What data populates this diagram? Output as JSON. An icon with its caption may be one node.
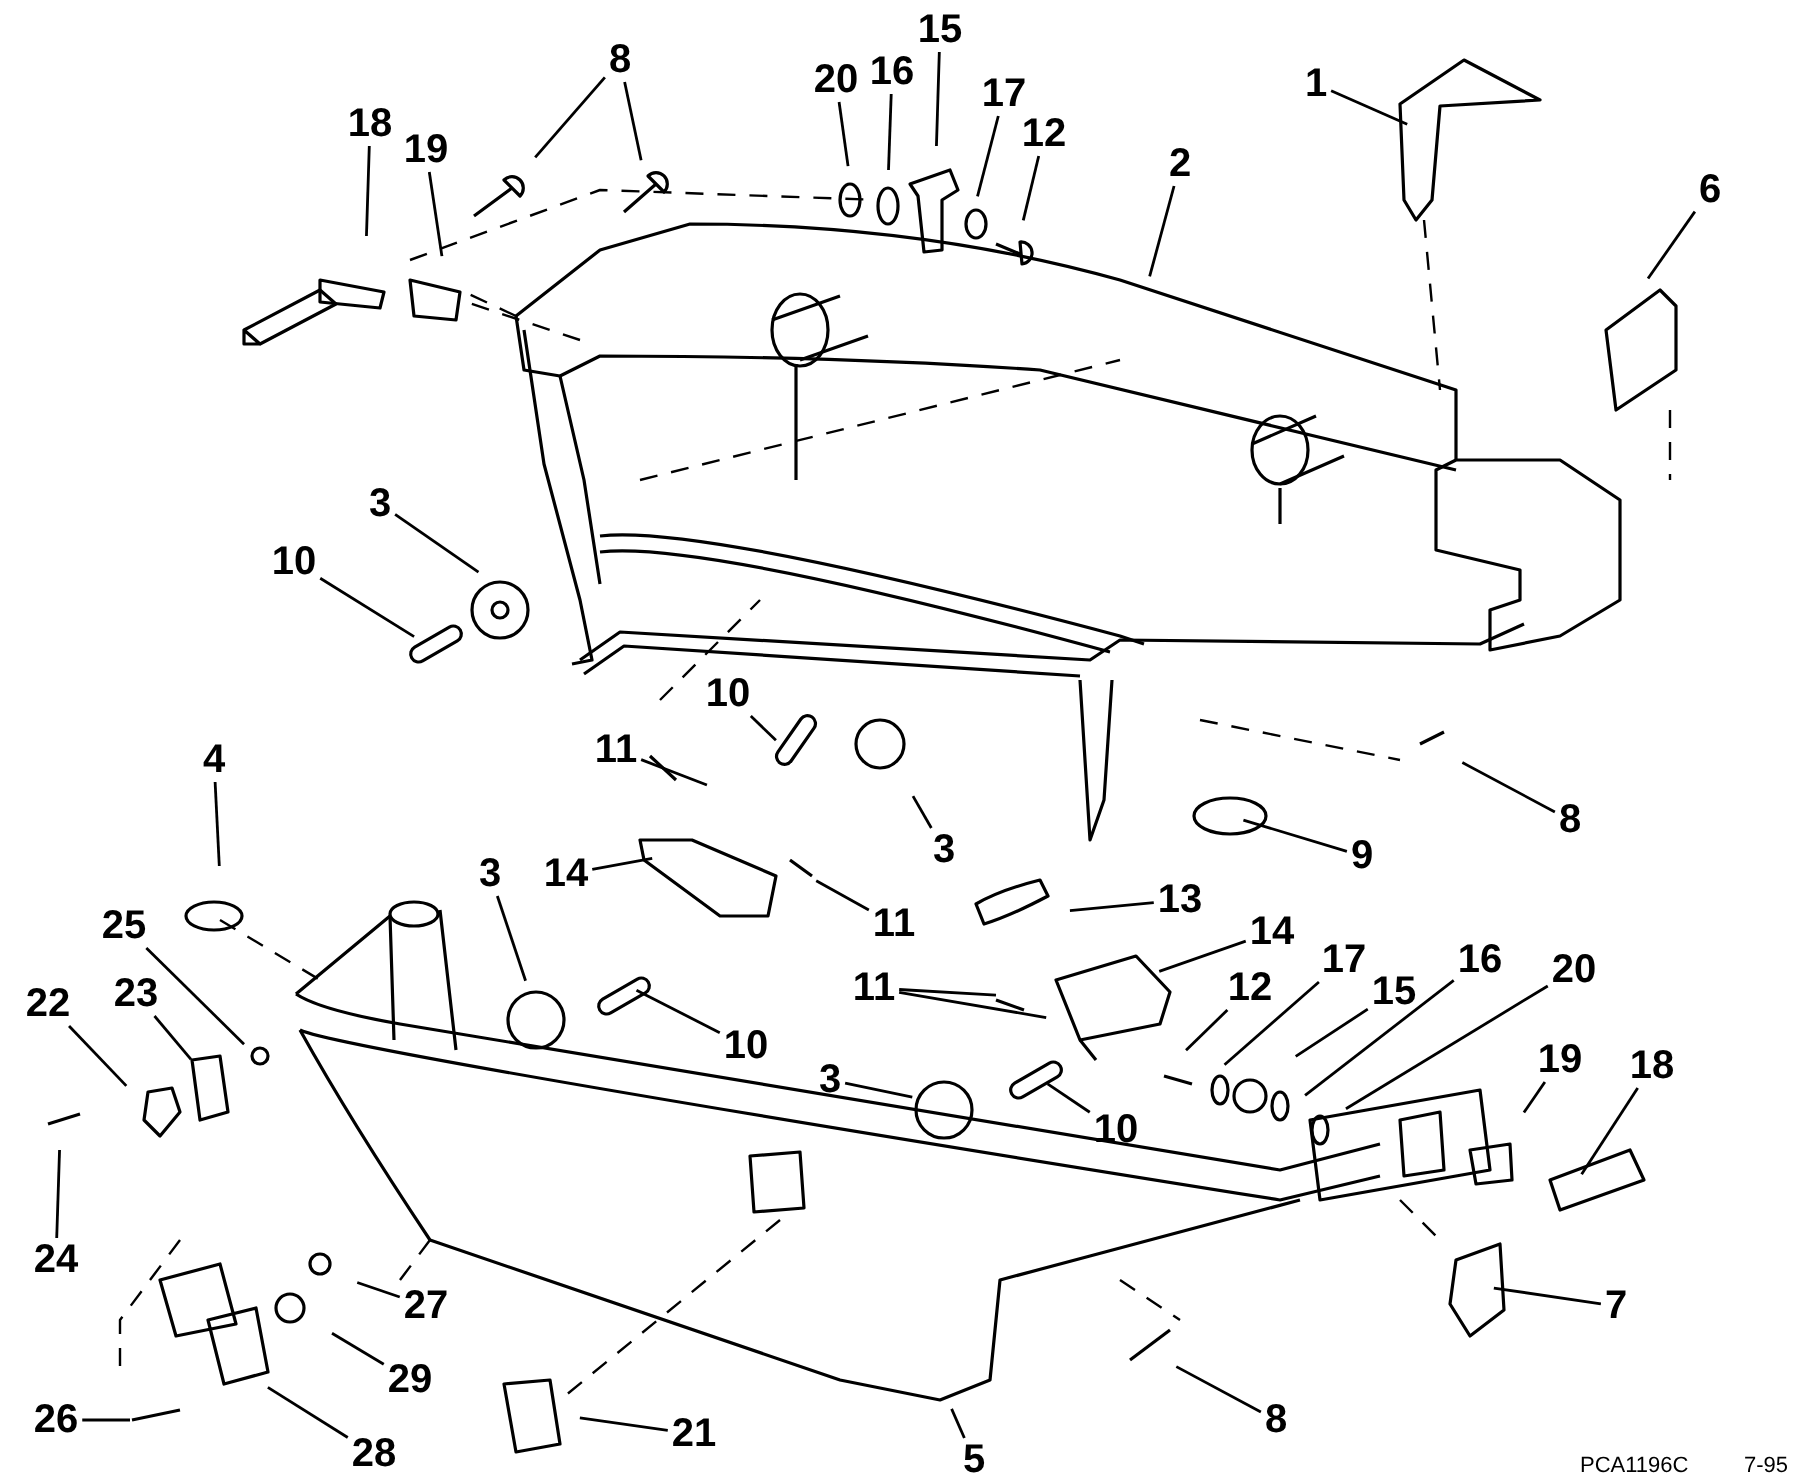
{
  "diagram": {
    "nodes": [
      {
        "text": [
          "15"
        ]
      },
      {
        "text": [
          "20"
        ]
      },
      {
        "text": [
          "16"
        ]
      },
      {
        "text": [
          "8"
        ]
      },
      {
        "text": [
          "17"
        ]
      },
      {
        "text": [
          "1"
        ]
      },
      {
        "text": [
          "12"
        ]
      },
      {
        "text": [
          "18"
        ]
      },
      {
        "text": [
          "19"
        ]
      },
      {
        "text": [
          "2"
        ]
      },
      {
        "text": [
          "6"
        ]
      },
      {
        "text": [
          "3"
        ]
      },
      {
        "text": [
          "10"
        ]
      },
      {
        "text": [
          "10"
        ]
      },
      {
        "text": [
          "11"
        ]
      },
      {
        "text": [
          "4"
        ]
      },
      {
        "text": [
          "8"
        ]
      },
      {
        "text": [
          "3"
        ]
      },
      {
        "text": [
          "9"
        ]
      },
      {
        "text": [
          "14"
        ]
      },
      {
        "text": [
          "11"
        ]
      },
      {
        "text": [
          "13"
        ]
      },
      {
        "text": [
          "3"
        ]
      },
      {
        "text": [
          "25"
        ]
      },
      {
        "text": [
          "14"
        ]
      },
      {
        "text": [
          "11"
        ]
      },
      {
        "text": [
          "22"
        ]
      },
      {
        "text": [
          "23"
        ]
      },
      {
        "text": [
          "12"
        ]
      },
      {
        "text": [
          "17"
        ]
      },
      {
        "text": [
          "15"
        ]
      },
      {
        "text": [
          "16"
        ]
      },
      {
        "text": [
          "20"
        ]
      },
      {
        "text": [
          "3"
        ]
      },
      {
        "text": [
          "10"
        ]
      },
      {
        "text": [
          "10"
        ]
      },
      {
        "text": [
          "19"
        ]
      },
      {
        "text": [
          "18"
        ]
      },
      {
        "text": [
          "24"
        ]
      },
      {
        "text": [
          "27"
        ]
      },
      {
        "text": [
          "7"
        ]
      },
      {
        "text": [
          "29"
        ]
      },
      {
        "text": [
          "26"
        ]
      },
      {
        "text": [
          "28"
        ]
      },
      {
        "text": [
          "21"
        ]
      },
      {
        "text": [
          "8"
        ]
      },
      {
        "text": [
          "5"
        ]
      }
    ],
    "edges": [
      {
        "from": 0,
        "to": null,
        "arrow": "none"
      },
      {
        "from": 1,
        "to": null,
        "arrow": "none"
      },
      {
        "from": 2,
        "to": null,
        "arrow": "none"
      },
      {
        "from": 3,
        "to": null,
        "arrow": "none"
      },
      {
        "from": 3,
        "to": null,
        "arrow": "none"
      },
      {
        "from": 4,
        "to": null,
        "arrow": "none"
      },
      {
        "from": 5,
        "to": null,
        "arrow": "none"
      },
      {
        "from": 6,
        "to": null,
        "arrow": "none"
      },
      {
        "from": 7,
        "to": null,
        "arrow": "none"
      },
      {
        "from": 8,
        "to": null,
        "arrow": "none"
      },
      {
        "from": 9,
        "to": null,
        "arrow": "none"
      },
      {
        "from": 10,
        "to": null,
        "arrow": "none"
      },
      {
        "from": 11,
        "to": null,
        "arrow": "none"
      },
      {
        "from": 12,
        "to": null,
        "arrow": "none"
      },
      {
        "from": 13,
        "to": null,
        "arrow": "none"
      },
      {
        "from": 14,
        "to": null,
        "arrow": "none"
      },
      {
        "from": 15,
        "to": null,
        "arrow": "none"
      },
      {
        "from": 16,
        "to": null,
        "arrow": "none"
      },
      {
        "from": 17,
        "to": null,
        "arrow": "none"
      },
      {
        "from": 18,
        "to": null,
        "arrow": "none"
      },
      {
        "from": 19,
        "to": null,
        "arrow": "none"
      },
      {
        "from": 20,
        "to": null,
        "arrow": "none"
      },
      {
        "from": 21,
        "to": null,
        "arrow": "none"
      },
      {
        "from": 22,
        "to": null,
        "arrow": "none"
      },
      {
        "from": 23,
        "to": null,
        "arrow": "none"
      },
      {
        "from": 24,
        "to": null,
        "arrow": "none"
      },
      {
        "from": 25,
        "to": null,
        "arrow": "none"
      },
      {
        "from": 25,
        "to": null,
        "arrow": "none"
      },
      {
        "from": 26,
        "to": null,
        "arrow": "none"
      },
      {
        "from": 27,
        "to": null,
        "arrow": "none"
      },
      {
        "from": 28,
        "to": null,
        "arrow": "none"
      },
      {
        "from": 29,
        "to": null,
        "arrow": "none"
      },
      {
        "from": 30,
        "to": null,
        "arrow": "none"
      },
      {
        "from": 31,
        "to": null,
        "arrow": "none"
      },
      {
        "from": 32,
        "to": null,
        "arrow": "none"
      },
      {
        "from": 33,
        "to": null,
        "arrow": "none"
      },
      {
        "from": 34,
        "to": null,
        "arrow": "none"
      },
      {
        "from": 35,
        "to": null,
        "arrow": "none"
      },
      {
        "from": 36,
        "to": null,
        "arrow": "none"
      },
      {
        "from": 37,
        "to": null,
        "arrow": "none"
      },
      {
        "from": 38,
        "to": null,
        "arrow": "none"
      },
      {
        "from": 39,
        "to": null,
        "arrow": "none"
      },
      {
        "from": 40,
        "to": null,
        "arrow": "none"
      },
      {
        "from": 41,
        "to": null,
        "arrow": "none"
      },
      {
        "from": 42,
        "to": null,
        "arrow": "none"
      },
      {
        "from": 43,
        "to": null,
        "arrow": "none"
      },
      {
        "from": 44,
        "to": null,
        "arrow": "none"
      },
      {
        "from": 45,
        "to": null,
        "arrow": "none"
      },
      {
        "from": 46,
        "to": null,
        "arrow": "none"
      }
    ],
    "labels": [
      "PCA1196C",
      "7-95"
    ]
  }
}
